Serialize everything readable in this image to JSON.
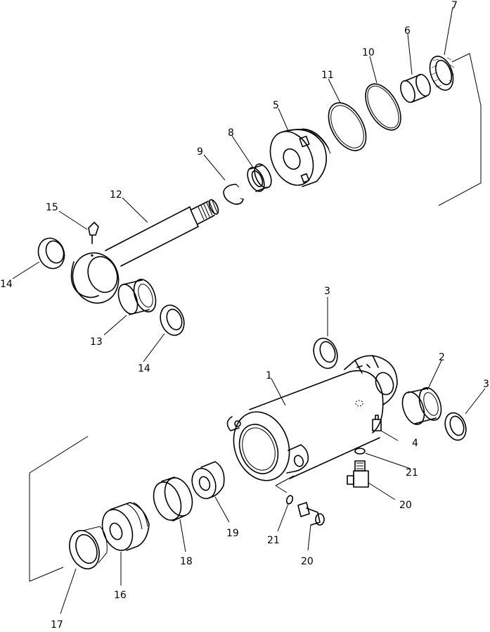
{
  "diagram": {
    "callouts": {
      "c1": "1",
      "c2": "2",
      "c3a": "3",
      "c3b": "3",
      "c4": "4",
      "c5": "5",
      "c6": "6",
      "c7": "7",
      "c8": "8",
      "c9": "9",
      "c10": "10",
      "c11": "11",
      "c12": "12",
      "c13": "13",
      "c14a": "14",
      "c14b": "14",
      "c15": "15",
      "c16": "16",
      "c17": "17",
      "c18": "18",
      "c19": "19",
      "c20a": "20",
      "c20b": "20",
      "c21a": "21",
      "c21b": "21"
    }
  }
}
